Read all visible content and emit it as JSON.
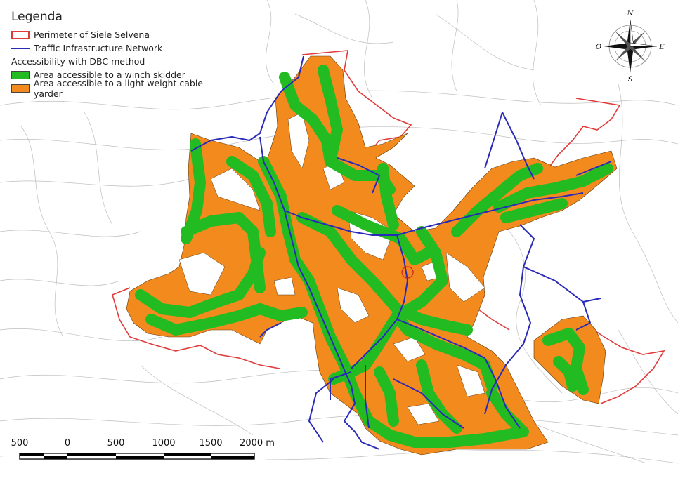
{
  "legend": {
    "title": "Legenda",
    "perimeter_label": "Perimeter of Siele Selvena",
    "network_label": "Traffic Infrastructure Network",
    "method_label": "Accessibility with DBC method",
    "skidder_label": "Area accessible to a winch skidder",
    "yarder_label": "Area accessible to a light weight cable-yarder"
  },
  "compass": {
    "north": "N",
    "east": "E",
    "south": "S",
    "west": "O"
  },
  "scale_bar": {
    "labels": [
      "500",
      "0",
      "500",
      "1000",
      "1500",
      "2000 m"
    ]
  },
  "colors": {
    "perimeter": "#e03a3a",
    "network": "#2a2ab8",
    "skidder": "#22bb22",
    "yarder": "#f28a1e",
    "contour": "#9a9a9a"
  }
}
